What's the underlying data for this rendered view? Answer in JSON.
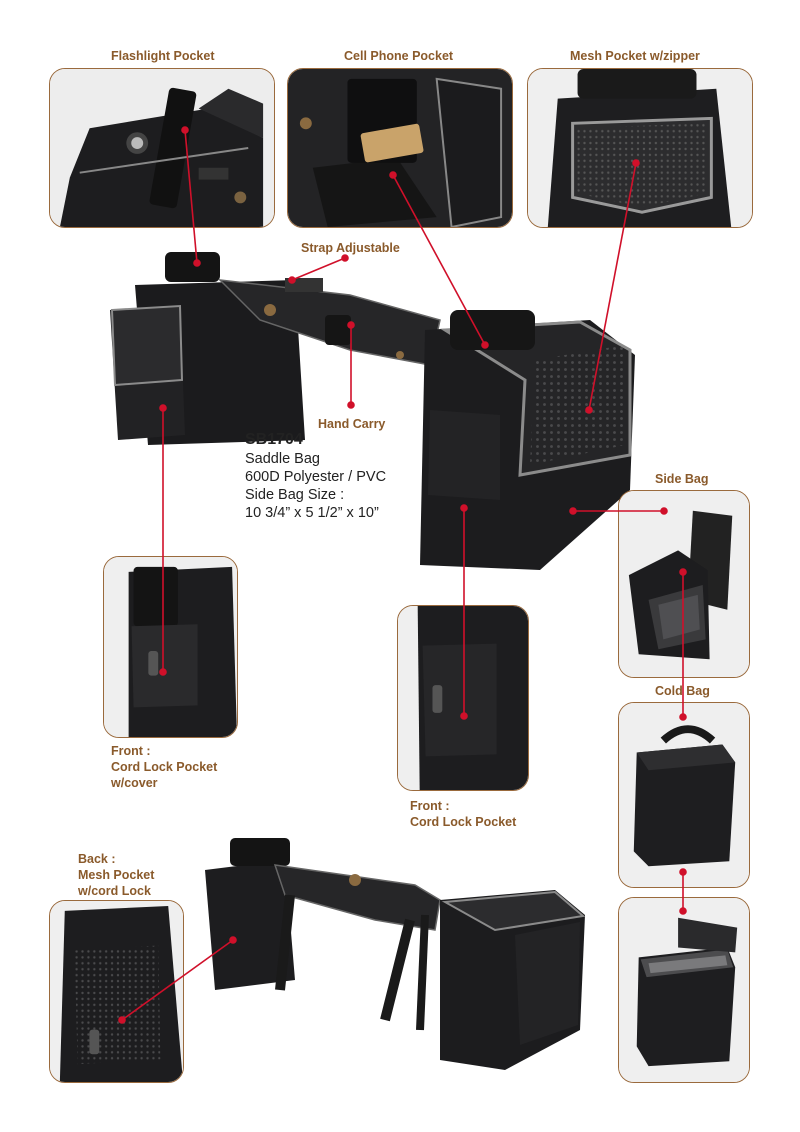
{
  "product": {
    "code": "SB1704",
    "name": "Saddle Bag",
    "material": "600D Polyester / PVC",
    "size_label": "Side Bag Size :",
    "size_value": "10 3/4” x 5 1/2” x 10”"
  },
  "labels": {
    "flashlight_pocket": "Flashlight Pocket",
    "cell_phone_pocket": "Cell Phone Pocket",
    "mesh_pocket_zipper": "Mesh Pocket w/zipper",
    "strap_adjustable": "Strap Adjustable",
    "hand_carry": "Hand Carry",
    "side_bag": "Side Bag",
    "cold_bag": "Cold Bag",
    "front_cover": [
      "Front :",
      "Cord Lock Pocket",
      "w/cover"
    ],
    "front_cord": [
      "Front :",
      "Cord Lock Pocket"
    ],
    "back_mesh": [
      "Back :",
      "Mesh Pocket",
      "w/cord Lock"
    ]
  },
  "colors": {
    "label_brown": "#8a5a2b",
    "frame_border": "#9a6a3d",
    "leader_red": "#d0102a",
    "bag_black": "#1c1c1e",
    "trim_grey": "#8b8b8b"
  }
}
